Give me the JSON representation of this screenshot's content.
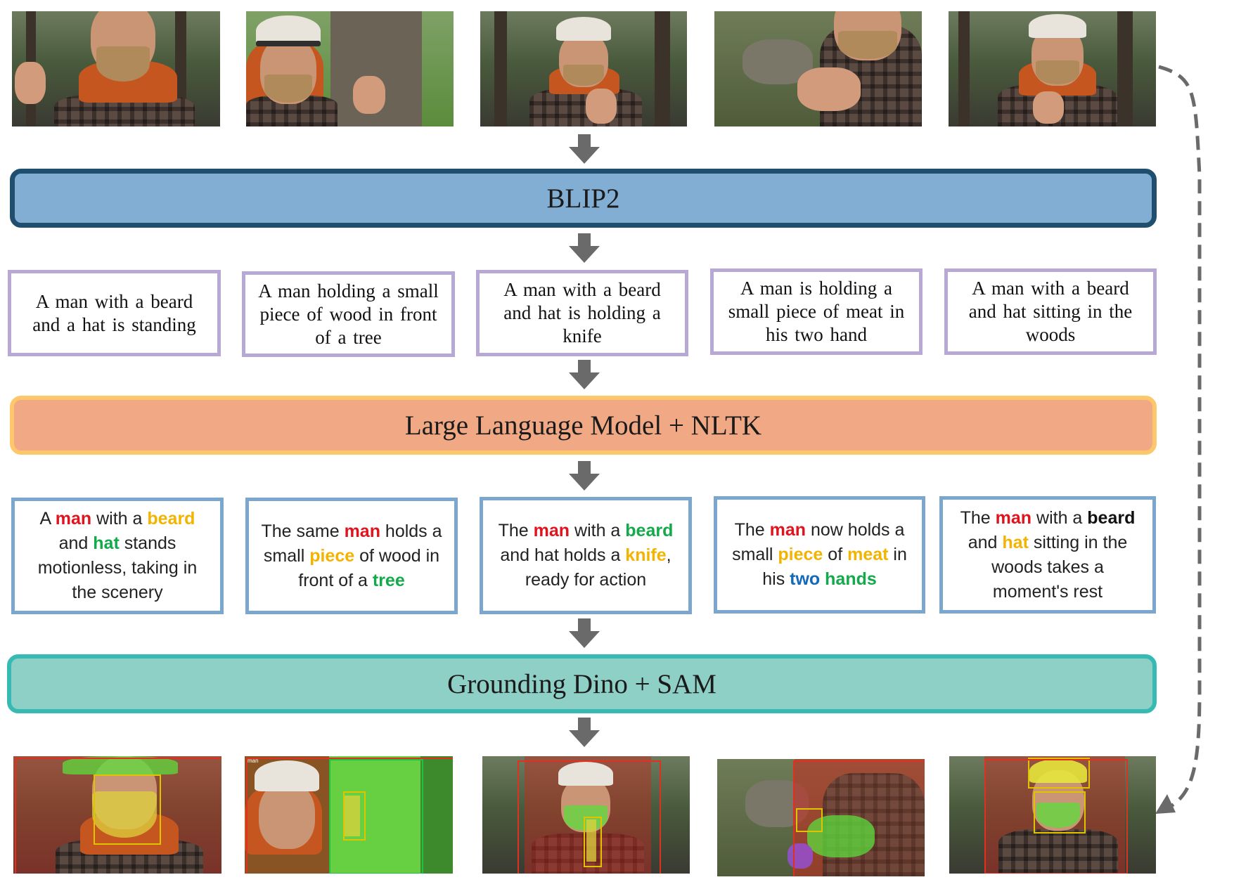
{
  "bars": {
    "blip": "BLIP2",
    "llm": "Large Language Model + NLTK",
    "grounding": "Grounding Dino + SAM"
  },
  "blip_captions": [
    "A man with a beard and a hat is standing",
    "A man holding a small piece of wood in front of a tree",
    "A man with a beard and hat is holding a knife",
    "A man is holding a small piece of meat in his two hand",
    "A man with a beard and hat sitting in the woods"
  ],
  "llm_captions": [
    [
      {
        "t": "A ",
        "c": ""
      },
      {
        "t": "man",
        "c": "red"
      },
      {
        "t": " with a ",
        "c": ""
      },
      {
        "t": "beard",
        "c": "yellow"
      },
      {
        "t": " and ",
        "c": ""
      },
      {
        "t": "hat",
        "c": "green"
      },
      {
        "t": " stands motionless, taking in the scenery",
        "c": ""
      }
    ],
    [
      {
        "t": "The same ",
        "c": ""
      },
      {
        "t": "man",
        "c": "red"
      },
      {
        "t": " holds a small ",
        "c": ""
      },
      {
        "t": "piece",
        "c": "yellow"
      },
      {
        "t": " of wood in front of a ",
        "c": ""
      },
      {
        "t": "tree",
        "c": "green"
      }
    ],
    [
      {
        "t": "The ",
        "c": ""
      },
      {
        "t": "man",
        "c": "red"
      },
      {
        "t": " with a ",
        "c": ""
      },
      {
        "t": "beard",
        "c": "green"
      },
      {
        "t": " and hat holds a ",
        "c": ""
      },
      {
        "t": "knife",
        "c": "yellow"
      },
      {
        "t": ", ready for action",
        "c": ""
      }
    ],
    [
      {
        "t": "The ",
        "c": ""
      },
      {
        "t": "man",
        "c": "red"
      },
      {
        "t": " now holds a small ",
        "c": ""
      },
      {
        "t": "piece",
        "c": "yellow"
      },
      {
        "t": " of ",
        "c": ""
      },
      {
        "t": "meat",
        "c": "yellow"
      },
      {
        "t": " in his ",
        "c": ""
      },
      {
        "t": "two",
        "c": "blue"
      },
      {
        "t": " ",
        "c": ""
      },
      {
        "t": "hands",
        "c": "green"
      }
    ],
    [
      {
        "t": "The ",
        "c": ""
      },
      {
        "t": "man",
        "c": "red"
      },
      {
        "t": " with a ",
        "c": ""
      },
      {
        "t": "beard",
        "c": "black"
      },
      {
        "t": " and ",
        "c": ""
      },
      {
        "t": "hat",
        "c": "yellow"
      },
      {
        "t": " sitting in the woods takes a moment's rest",
        "c": ""
      }
    ]
  ],
  "photo_labels": {
    "segmented": "man"
  },
  "colors": {
    "blip_fill": "#82aed3",
    "blip_border": "#1f4e6e",
    "llm_fill": "#f0a984",
    "llm_border": "#ffc76b",
    "grounding_fill": "#8ecfc6",
    "grounding_border": "#38bab4",
    "arrow": "#6a6a6a"
  }
}
